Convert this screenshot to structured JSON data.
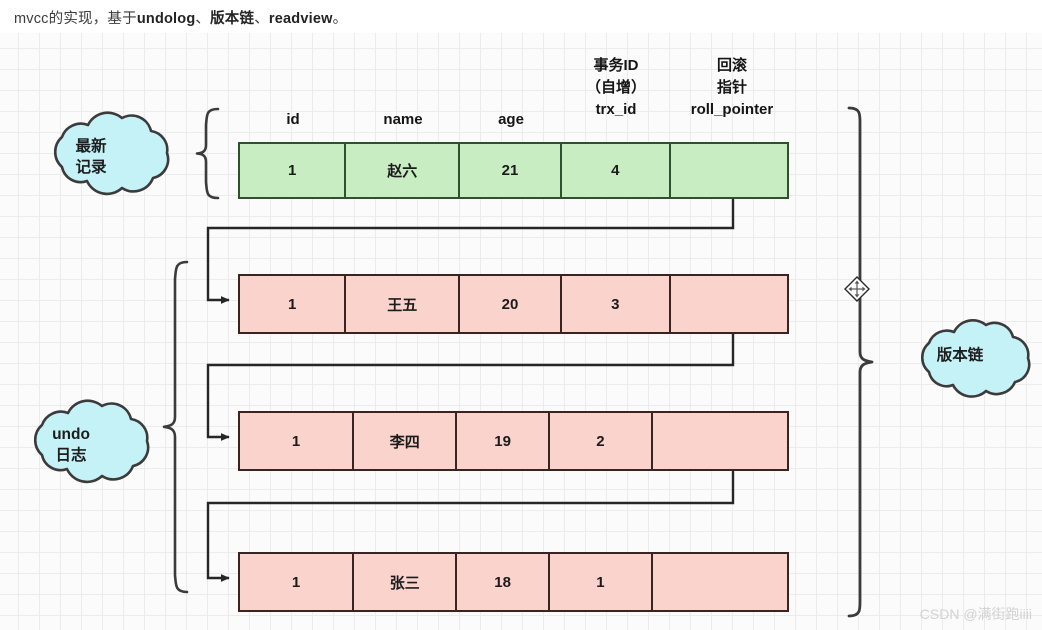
{
  "caption": {
    "plain_1": "mvcc的实现，基于",
    "bold_1": "undolog",
    "plain_2": "、",
    "bold_2": "版本链",
    "plain_3": "、",
    "bold_3": "readview",
    "plain_4": "。",
    "full": "mvcc的实现，基于undolog、版本链、readview。"
  },
  "table": {
    "headers": [
      {
        "top": "",
        "name": "id"
      },
      {
        "top": "",
        "name": "name"
      },
      {
        "top": "",
        "name": "age"
      },
      {
        "top": "事务ID\n（自增）",
        "name": "trx_id"
      },
      {
        "top": "回滚\n指针",
        "name": "roll_pointer"
      }
    ],
    "header_top_lines": {
      "trx_id": [
        "事务ID",
        "（自增）"
      ],
      "roll_pointer": [
        "回滚",
        "指针"
      ]
    },
    "rows": [
      {
        "kind": "latest",
        "color": "#c9edc2",
        "cells": [
          "1",
          "赵六",
          "21",
          "4",
          ""
        ]
      },
      {
        "kind": "undo",
        "color": "#fad3cd",
        "cells": [
          "1",
          "王五",
          "20",
          "3",
          ""
        ]
      },
      {
        "kind": "undo",
        "color": "#fad3cd",
        "cells": [
          "1",
          "李四",
          "19",
          "2",
          ""
        ]
      },
      {
        "kind": "undo",
        "color": "#fad3cd",
        "cells": [
          "1",
          "张三",
          "18",
          "1",
          ""
        ]
      }
    ]
  },
  "clouds": [
    {
      "id": "latest-record",
      "lines": [
        "最新",
        "记录"
      ],
      "fill": "#c5f2f7",
      "stroke": "#3b3b3b"
    },
    {
      "id": "undo-log",
      "lines": [
        "undo",
        "日志"
      ],
      "fill": "#c5f2f7",
      "stroke": "#3b3b3b"
    },
    {
      "id": "version-chain",
      "lines": [
        "版本链"
      ],
      "fill": "#c5f2f7",
      "stroke": "#3b3b3b"
    }
  ],
  "braces": [
    {
      "id": "latest-record-brace"
    },
    {
      "id": "undo-log-brace"
    },
    {
      "id": "version-chain-brace"
    }
  ],
  "connectors": [
    {
      "id": "roll-pointer-link-1",
      "from_row": 0,
      "to_row": 1
    },
    {
      "id": "roll-pointer-link-2",
      "from_row": 1,
      "to_row": 2
    },
    {
      "id": "roll-pointer-link-3",
      "from_row": 2,
      "to_row": 3
    }
  ],
  "watermark": {
    "text": "CSDN @满街跑iiii"
  },
  "move_handle": {
    "name": "move-resize-handle"
  },
  "colors": {
    "canvas_bg": "#fbfbfb",
    "grid_line": "#ececec",
    "latest_fill": "#c9edc2",
    "latest_stroke": "#31502d",
    "undo_fill": "#fad3cd",
    "undo_stroke": "#3a2320",
    "cloud_fill": "#c5f2f7",
    "cloud_stroke": "#3b3b3b",
    "line": "#333333",
    "watermark": "#d2d2d2"
  }
}
